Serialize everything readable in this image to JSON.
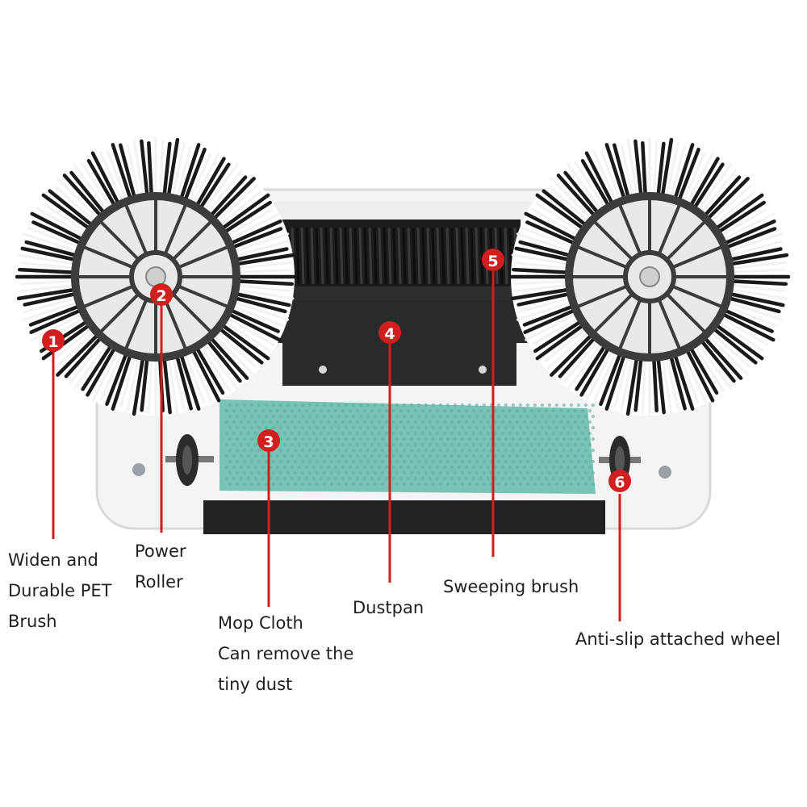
{
  "colors": {
    "callout": "#d11f1f",
    "bristle_dark": "#1a1a1a",
    "bristle_light": "#f2f2f2",
    "hub": "#3c3c3c",
    "body": "#f4f4f4",
    "mop": "#77c3b4",
    "dustpan": "#2a2a2a"
  },
  "callouts": [
    {
      "number": "1",
      "lines": [
        "Widen and",
        "Durable  PET",
        "Brush"
      ]
    },
    {
      "number": "2",
      "lines": [
        "Power",
        "Roller"
      ]
    },
    {
      "number": "3",
      "lines": [
        "Mop  Cloth",
        "Can remove the",
        "tiny dust"
      ]
    },
    {
      "number": "4",
      "lines": [
        "Dustpan"
      ]
    },
    {
      "number": "5",
      "lines": [
        "Sweeping  brush"
      ]
    },
    {
      "number": "6",
      "lines": [
        "Anti-slip attached wheel"
      ]
    }
  ]
}
